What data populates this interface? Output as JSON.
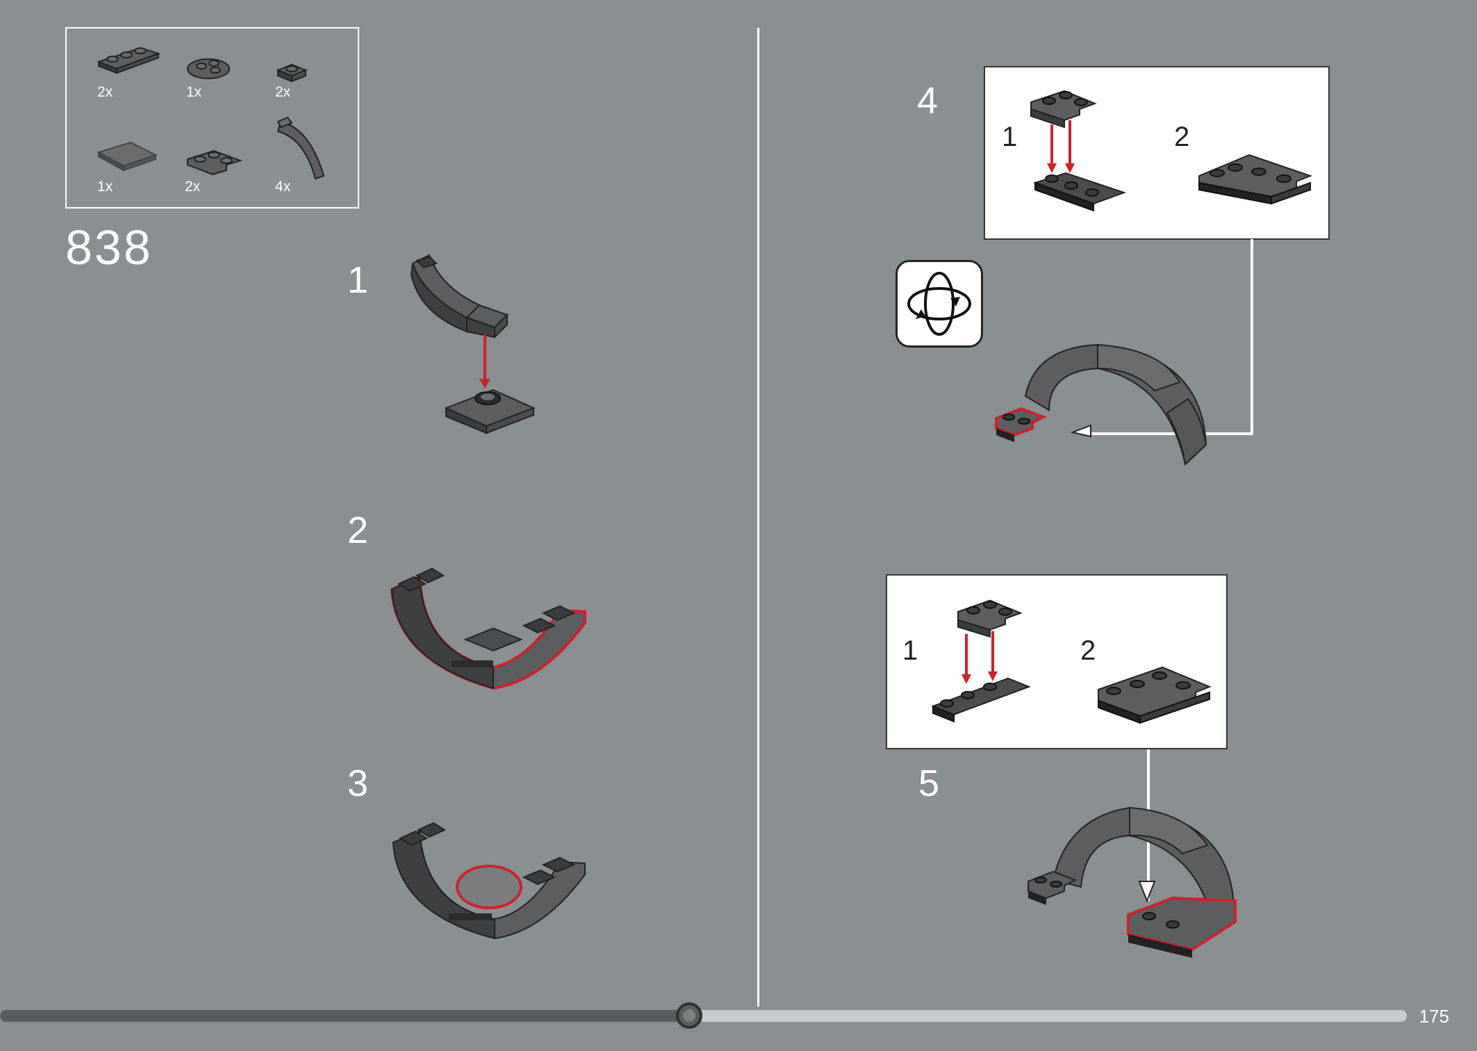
{
  "parts_list": [
    {
      "name": "plate-1x3",
      "qty": "2x"
    },
    {
      "name": "round-plate-2x2",
      "qty": "1x"
    },
    {
      "name": "plate-1x1",
      "qty": "2x"
    },
    {
      "name": "tile-2x2",
      "qty": "1x"
    },
    {
      "name": "plate-2x2-corner",
      "qty": "2x"
    },
    {
      "name": "curved-slope",
      "qty": "4x"
    }
  ],
  "set_number": "838",
  "steps": [
    {
      "number": "1"
    },
    {
      "number": "2"
    },
    {
      "number": "3"
    },
    {
      "number": "4",
      "substeps": [
        "1",
        "2"
      ]
    },
    {
      "number": "5",
      "substeps": [
        "1",
        "2"
      ]
    }
  ],
  "colors": {
    "background": "#8a9091",
    "brick": "#5c5e60",
    "highlight": "#d0202a",
    "white": "#ffffff"
  },
  "progress": {
    "fraction": 0.49
  },
  "page_number": "175"
}
